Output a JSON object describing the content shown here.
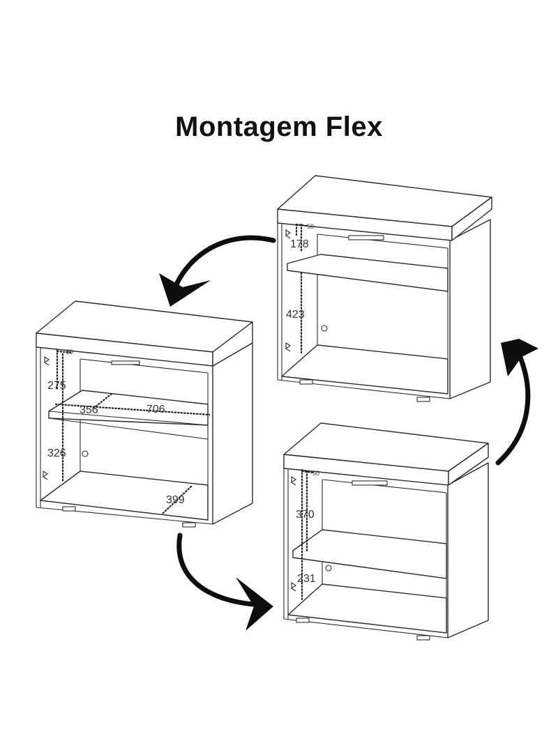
{
  "title": "Montagem Flex",
  "cabinets": {
    "left": {
      "d1": "50",
      "d2": "275",
      "d3": "356",
      "d4": "706",
      "d5": "326",
      "d6": "399"
    },
    "top_right": {
      "d1": "50",
      "d2": "178",
      "d3": "423"
    },
    "bottom_right": {
      "d1": "50",
      "d2": "370",
      "d3": "231"
    }
  }
}
